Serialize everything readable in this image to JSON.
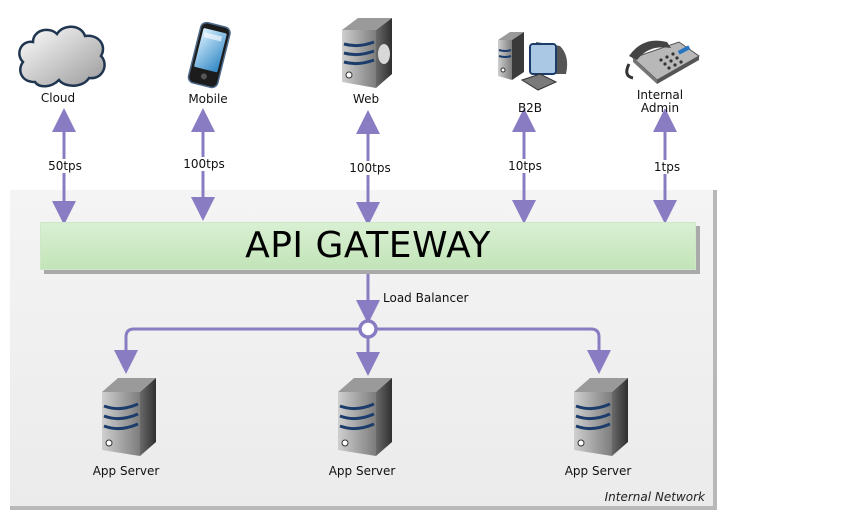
{
  "diagram": {
    "title": "API Gateway Architecture",
    "accent_color": "#8a7cc2",
    "clients": [
      {
        "id": "cloud",
        "label": "Cloud",
        "icon": "cloud-icon",
        "rate": "50tps"
      },
      {
        "id": "mobile",
        "label": "Mobile",
        "icon": "mobile-phone-icon",
        "rate": "100tps"
      },
      {
        "id": "web",
        "label": "Web",
        "icon": "web-server-icon",
        "rate": "100tps"
      },
      {
        "id": "b2b",
        "label": "B2B",
        "icon": "workstation-icon",
        "rate": "10tps"
      },
      {
        "id": "admin",
        "label": "Internal\nAdmin",
        "label_line1": "Internal",
        "label_line2": "Admin",
        "icon": "telephone-icon",
        "rate": "1tps"
      }
    ],
    "gateway": {
      "label": "API GATEWAY"
    },
    "load_balancer": {
      "label": "Load Balancer"
    },
    "servers": [
      {
        "label": "App Server",
        "icon": "server-icon"
      },
      {
        "label": "App Server",
        "icon": "server-icon"
      },
      {
        "label": "App Server",
        "icon": "server-icon"
      }
    ],
    "network": {
      "label": "Internal Network"
    }
  }
}
